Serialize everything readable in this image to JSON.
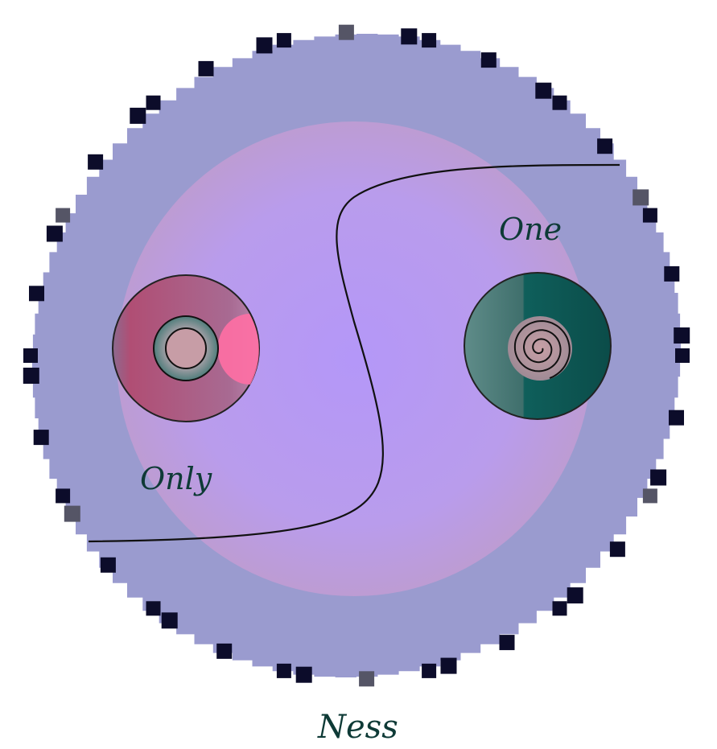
{
  "labels": {
    "one": "One",
    "only": "Only",
    "ness": "Ness"
  },
  "colors": {
    "outer_disc": "#9a9bcf",
    "inner_glow": "#b79df0",
    "inner_edge": "#bb9ad4",
    "left_circle": "#a14f7c",
    "right_circle": "#0f5a57",
    "teal_ring": "#5a8f8a",
    "notch": "#0c0c2a",
    "stroke": "#111111",
    "text": "#0e3a36"
  }
}
